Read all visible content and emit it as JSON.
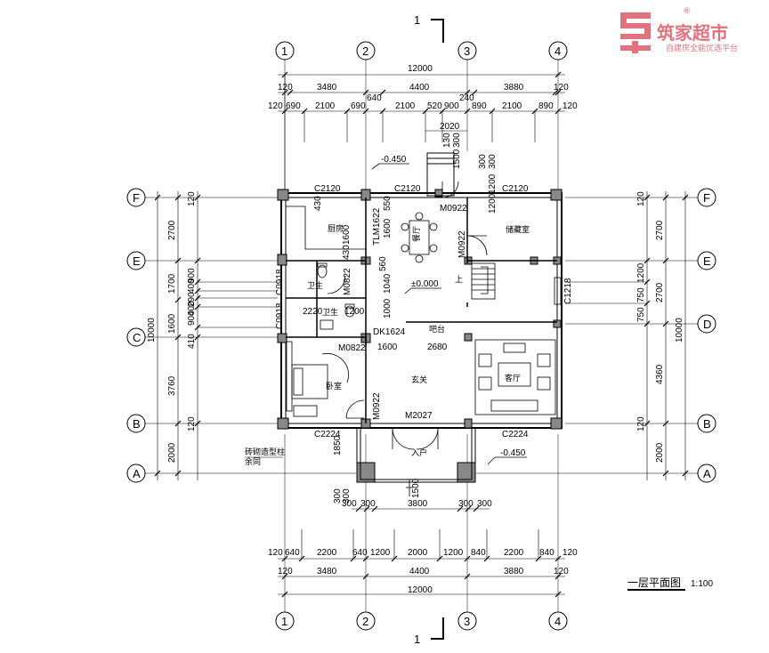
{
  "brand": {
    "name": "筑家超市",
    "slogan": "自建房全能优选平台",
    "registered": "®",
    "color": "#e0737e"
  },
  "drawing": {
    "title": "一层平面图",
    "scale": "1:100",
    "section_mark": "1",
    "axes": {
      "columns": [
        "1",
        "2",
        "3",
        "4"
      ],
      "rows": [
        "F",
        "E",
        "D",
        "C",
        "B",
        "A"
      ]
    },
    "levels": {
      "outside_top": "-0.450",
      "inside": "±0.000",
      "outside_bottom": "-0.450"
    },
    "top_dims": {
      "total": "12000",
      "row2": [
        "120",
        "3480",
        "640",
        "4400",
        "240",
        "3880",
        "120"
      ],
      "row3": [
        "120",
        "690",
        "2100",
        "690",
        "2100",
        "520",
        "900",
        "890",
        "2100",
        "890",
        "120"
      ],
      "porch": [
        "2020",
        "1500",
        "300",
        "300",
        "1200",
        "300",
        "130"
      ]
    },
    "bottom_dims": {
      "total": "12000",
      "row2": [
        "120",
        "3480",
        "4400",
        "3880",
        "120"
      ],
      "row3": [
        "120",
        "640",
        "2200",
        "640",
        "1200",
        "2000",
        "1200",
        "840",
        "2200",
        "840",
        "120"
      ],
      "porch": [
        "300",
        "300",
        "3800",
        "300",
        "300"
      ],
      "porch_depth": [
        "300",
        "1500",
        "300"
      ]
    },
    "left_dims": {
      "total": "10000",
      "outer": [
        "2700",
        "1700",
        "1600",
        "3760",
        "2000"
      ],
      "inner": [
        "120",
        "900",
        "400",
        "290",
        "400",
        "900",
        "410",
        "120"
      ]
    },
    "right_dims": {
      "total": "10000",
      "outer": [
        "2700",
        "2700",
        "4360",
        "2000"
      ],
      "inner": [
        "120",
        "1200",
        "750",
        "750",
        "120"
      ]
    },
    "rooms": {
      "kitchen": "厨房",
      "dining": "餐厅",
      "storage": "储藏室",
      "bath1": "卫生",
      "bath2": "卫生",
      "bedroom": "卧室",
      "foyer": "玄关",
      "living": "客厅",
      "stair": "上",
      "entry": "入户",
      "counter": "吧台",
      "custom_col": "砖砌造型柱",
      "column_note": "余同"
    },
    "openings": {
      "c2120_a": "C2120",
      "c2120_b": "C2120",
      "c2120_c": "C2120",
      "m0922_top": "M0922",
      "m0922_stair": "M0922",
      "tlm1622": "TLM1622",
      "c0918_a": "C0918",
      "c0918_b": "C0918",
      "m0822_a": "M0822",
      "m0822_b": "M0822",
      "dk1624": "DK1624",
      "c1218": "C1218",
      "m0922_foyer": "M0922",
      "m2027": "M2027",
      "c2224_a": "C2224",
      "c2224_b": "C2224"
    },
    "inner_dims": {
      "kitchen_v": [
        "430",
        "1600",
        "430"
      ],
      "dining_v": [
        "550",
        "1600"
      ],
      "bath_v": [
        "560",
        "1040",
        "1000"
      ],
      "bath_w": "2220",
      "bath_h": "1200",
      "dk_w": "1600",
      "counter_w": "2680",
      "bed_door": "1850",
      "stair_v": "1200"
    }
  }
}
